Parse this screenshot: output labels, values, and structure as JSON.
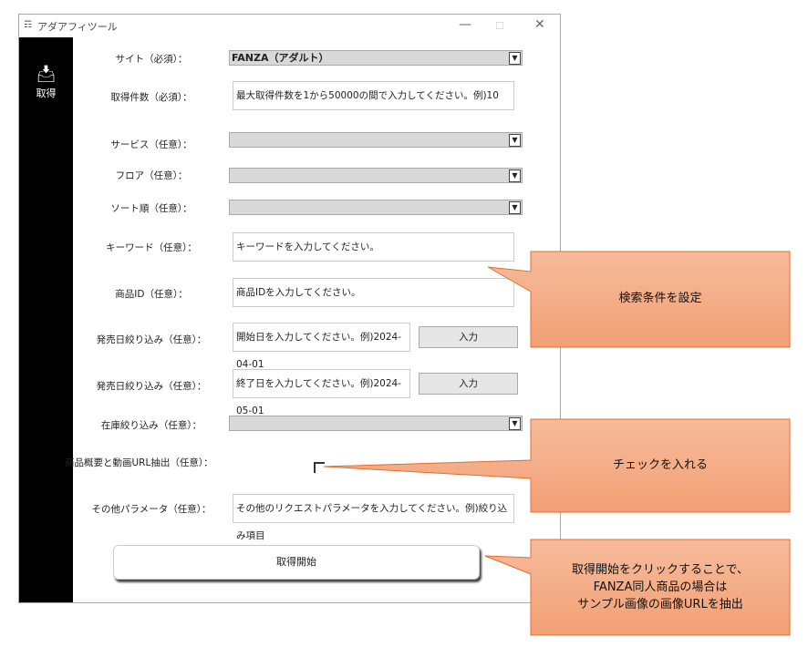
{
  "window": {
    "title": "アダアフィツール",
    "minimize": "—",
    "maximize": "☐",
    "close": "✕"
  },
  "sidebar": {
    "items": [
      {
        "label": "取得",
        "icon": "download-tray-icon"
      }
    ]
  },
  "form": {
    "site": {
      "label": "サイト（必須）：",
      "value": "FANZA（アダルト）"
    },
    "count": {
      "label": "取得件数（必須）：",
      "placeholder": "最大取得件数を1から50000の間で入力してください。例)10"
    },
    "service": {
      "label": "サービス（任意）：",
      "value": ""
    },
    "floor": {
      "label": "フロア（任意）：",
      "value": ""
    },
    "sort": {
      "label": "ソート順（任意）：",
      "value": ""
    },
    "keyword": {
      "label": "キーワード（任意）：",
      "placeholder": "キーワードを入力してください。"
    },
    "product_id": {
      "label": "商品ID（任意）：",
      "placeholder": "商品IDを入力してください。"
    },
    "date_from": {
      "label": "発売日絞り込み（任意）：",
      "placeholder": "開始日を入力してください。例)2024-04-01",
      "button": "入力"
    },
    "date_to": {
      "label": "発売日絞り込み（任意）：",
      "placeholder": "終了日を入力してください。例)2024-05-01",
      "button": "入力"
    },
    "stock": {
      "label": "在庫絞り込み（任意）：",
      "value": ""
    },
    "extract": {
      "label": "商品概要と動画URL抽出（任意）：",
      "checked": false
    },
    "other": {
      "label": "その他パラメータ（任意）：",
      "placeholder": "その他のリクエストパラメータを入力してください。例)絞り込み項目"
    },
    "start_button": "取得開始"
  },
  "callouts": [
    {
      "text": "検索条件を設定"
    },
    {
      "text": "チェックを入れる"
    },
    {
      "lines": [
        "取得開始をクリックすることで、",
        "FANZA同人商品の場合は",
        "サンプル画像の画像URLを抽出"
      ]
    }
  ],
  "colors": {
    "callout_fill": "#f5aa82",
    "callout_border": "#e46c2c",
    "sidebar": "#000000"
  }
}
